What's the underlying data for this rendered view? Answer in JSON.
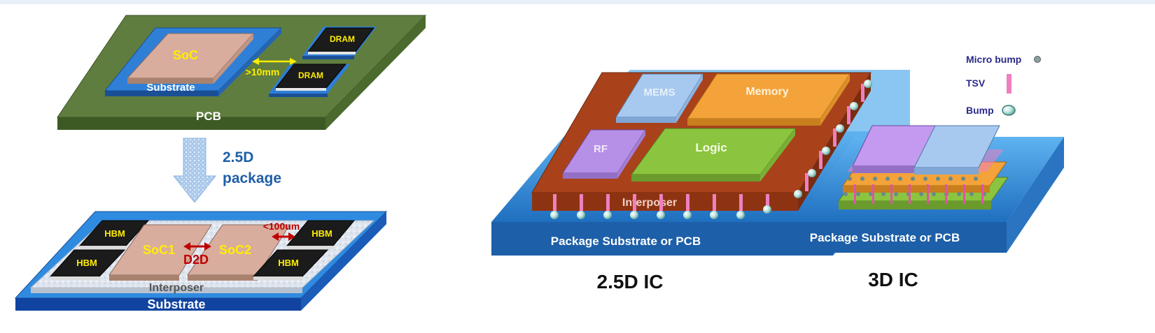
{
  "left": {
    "top_package": {
      "soc": "SoC",
      "substrate": "Substrate",
      "dram_1": "DRAM",
      "dram_2": "DRAM",
      "distance": ">10mm",
      "pcb": "PCB"
    },
    "transition": {
      "line1": "2.5D",
      "line2": "package"
    },
    "bottom_package": {
      "hbm_1": "HBM",
      "hbm_2": "HBM",
      "hbm_3": "HBM",
      "hbm_4": "HBM",
      "soc1": "SoC1",
      "soc2": "SoC2",
      "d2d": "D2D",
      "distance": "<100um",
      "interposer": "Interposer",
      "substrate": "Substrate"
    }
  },
  "right": {
    "ic25d": {
      "mems": "MEMS",
      "memory": "Memory",
      "rf": "RF",
      "logic": "Logic",
      "interposer": "Interposer",
      "substrate": "Package Substrate or PCB",
      "caption": "2.5D IC"
    },
    "ic3d": {
      "substrate": "Package Substrate or PCB",
      "caption": "3D IC"
    },
    "legend": {
      "micro_bump": "Micro bump",
      "tsv": "TSV",
      "bump": "Bump"
    }
  },
  "colors": {
    "pcb_green": "#5f7d3f",
    "substrate_blue": "#2f7fd6",
    "soc_pink": "#d9ad9d",
    "dram_black": "#1b1b1b",
    "label_yellow": "#ffee00",
    "arrow_red": "#c00000",
    "title_blue": "#1f5fa8",
    "interposer_brown": "#a9411b",
    "memory_orange": "#f3a33a",
    "logic_green": "#8bc53f",
    "rf_purple": "#b690e6",
    "mems_blue": "#a8c9ef",
    "legend_navy": "#2a2a8a"
  }
}
